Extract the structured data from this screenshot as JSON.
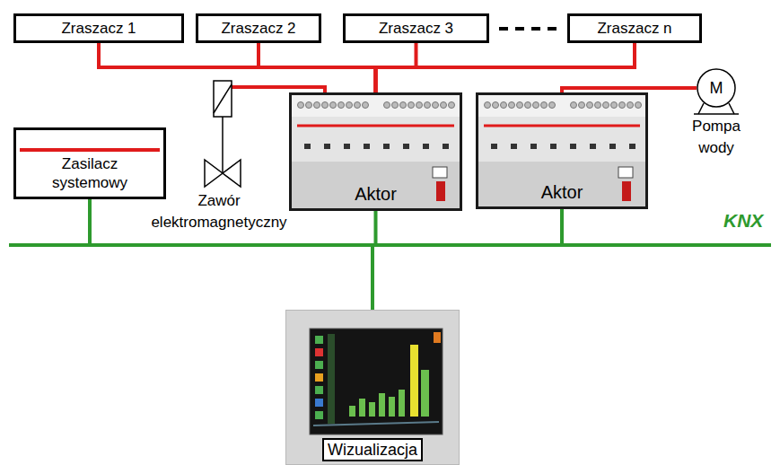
{
  "diagram": {
    "nodes": [
      {
        "text": [
          "Zraszacz 1"
        ]
      },
      {
        "text": [
          "Zraszacz 2"
        ]
      },
      {
        "text": [
          "Zraszacz 3"
        ]
      },
      {
        "text": [
          "Zraszacz n"
        ]
      },
      {
        "text": [
          "Zasilacz systemowy"
        ]
      },
      {
        "text": [
          "Aktor"
        ]
      },
      {
        "text": [
          "Aktor"
        ]
      },
      {
        "text": [
          "M"
        ]
      },
      {
        "text": [
          "Wizualizacja"
        ]
      }
    ],
    "edges": [
      {
        "from": 5,
        "to": 0,
        "arrow": "none"
      },
      {
        "from": 5,
        "to": 1,
        "arrow": "none"
      },
      {
        "from": 5,
        "to": 2,
        "arrow": "none"
      },
      {
        "from": 5,
        "to": 3,
        "arrow": "none"
      },
      {
        "from": 6,
        "to": 7,
        "arrow": "none"
      },
      {
        "from": 4,
        "to": 5,
        "arrow": "none"
      },
      {
        "from": 4,
        "to": 6,
        "arrow": "none"
      },
      {
        "from": 4,
        "to": 8,
        "arrow": "none"
      }
    ],
    "labels": [
      "Zawór elektromagnetyczny",
      "Pompa wody",
      "KNX"
    ]
  }
}
